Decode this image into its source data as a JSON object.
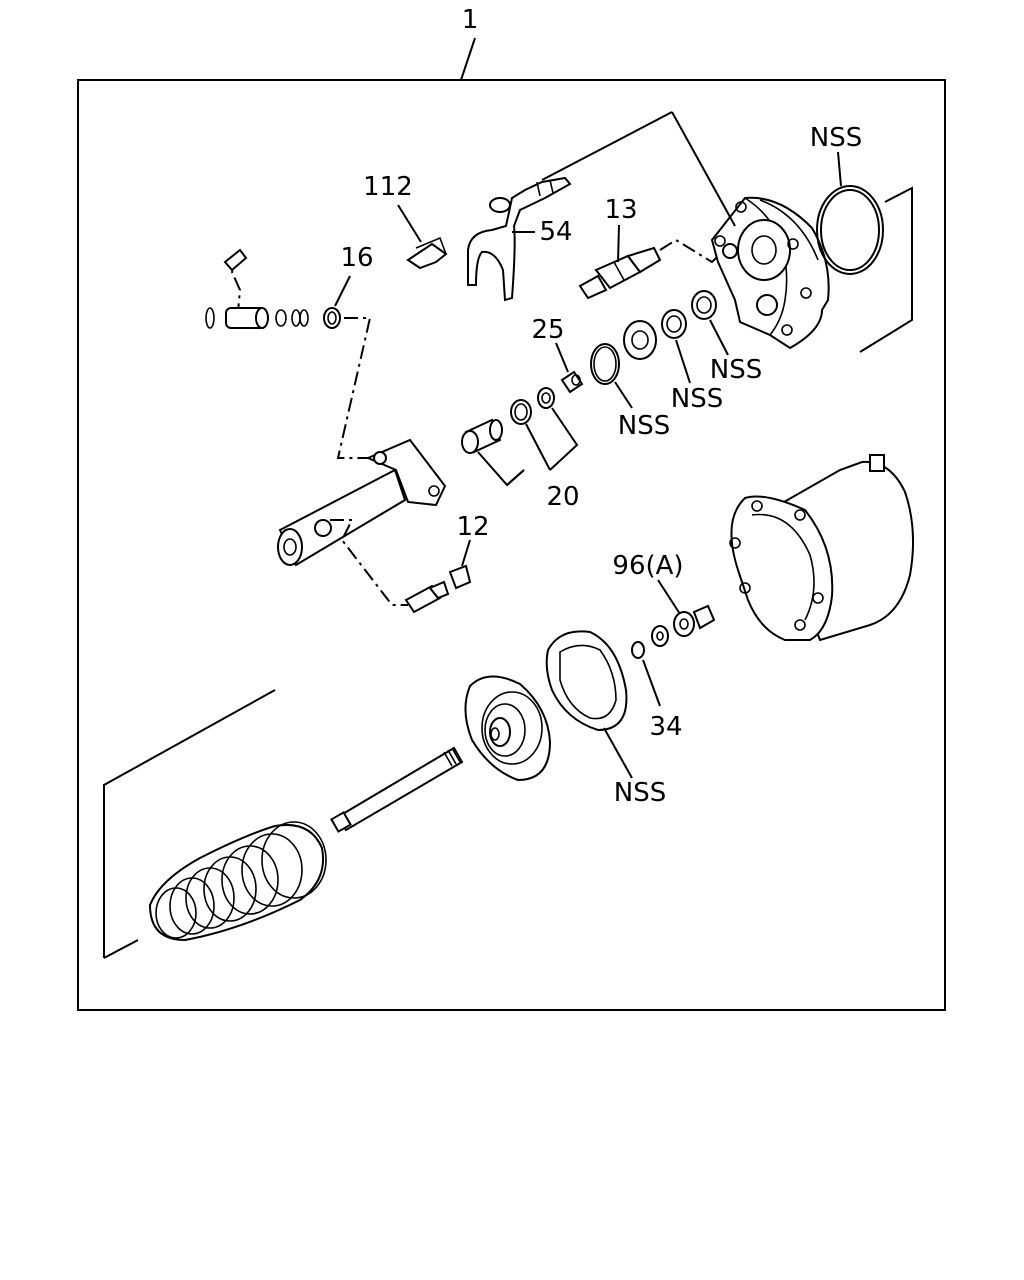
{
  "callouts": {
    "assembly": "1",
    "c112": "112",
    "c54": "54",
    "c16": "16",
    "c13": "13",
    "c25": "25",
    "c20": "20",
    "c12": "12",
    "c96a": "96(A)",
    "c34": "34",
    "nss_ring_top": "NSS",
    "nss_oring": "NSS",
    "nss_bearing_1": "NSS",
    "nss_bearing_2": "NSS",
    "nss_pulley_ring": "NSS"
  }
}
